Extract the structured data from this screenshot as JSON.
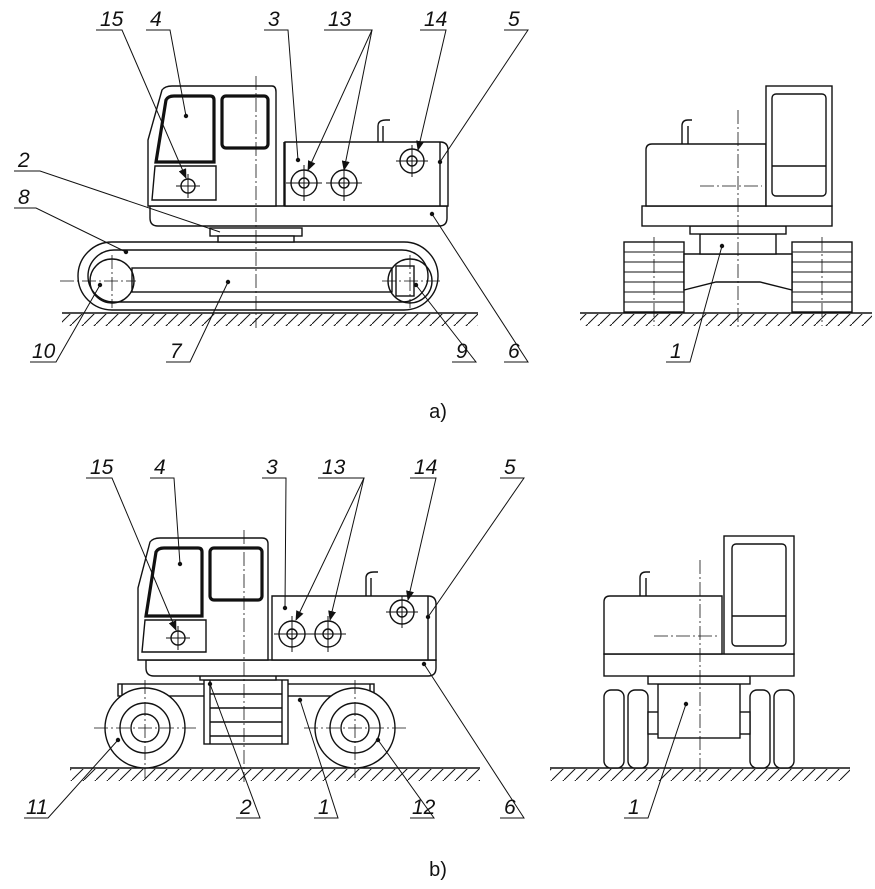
{
  "captions": {
    "a": "a)",
    "b": "b)"
  },
  "labels": {
    "n1": "1",
    "n2": "2",
    "n3": "3",
    "n4": "4",
    "n5": "5",
    "n6": "6",
    "n7": "7",
    "n8": "8",
    "n9": "9",
    "n10": "10",
    "n11": "11",
    "n12": "12",
    "n13": "13",
    "n14": "14",
    "n15": "15"
  }
}
